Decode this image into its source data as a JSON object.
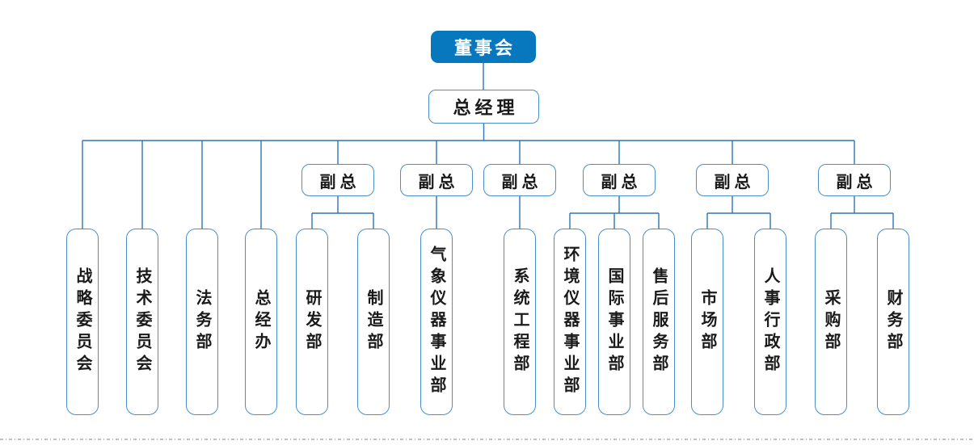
{
  "org": {
    "board": "董事会",
    "general_manager": "总经理",
    "gm_departments": [
      "战略委员会",
      "技术委员会",
      "法务部",
      "总经办"
    ],
    "vp_groups": [
      {
        "label": "副总",
        "departments": [
          "研发部",
          "制造部"
        ]
      },
      {
        "label": "副总",
        "departments": [
          "气象仪器事业部"
        ]
      },
      {
        "label": "副总",
        "departments": [
          "系统工程部"
        ]
      },
      {
        "label": "副总",
        "departments": [
          "环境仪器事业部",
          "国际事业部",
          "售后服务部"
        ]
      },
      {
        "label": "副总",
        "departments": [
          "市场部",
          "人事行政部"
        ]
      },
      {
        "label": "副总",
        "departments": [
          "采购部",
          "财务部"
        ]
      }
    ],
    "colors": {
      "board_fill": "#0878be",
      "board_text": "#ffffff",
      "box_border": "#4a8fc7",
      "connector": "#2e75b6",
      "text": "#1a1a1a",
      "separator": "#9b9b9b"
    }
  }
}
